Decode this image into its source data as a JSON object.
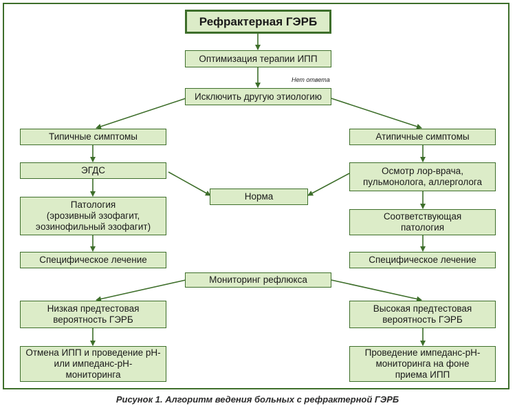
{
  "colors": {
    "border": "#3d6e2a",
    "box_fill": "#dcecc8",
    "arrow": "#3d6e2a"
  },
  "nodes": {
    "title": "Рефрактерная ГЭРБ",
    "optimize": "Оптимизация терапии ИПП",
    "exclude": "Исключить другую этиологию",
    "typical": "Типичные симптомы",
    "atypical": "Атипичные симптомы",
    "egds": "ЭГДС",
    "ent_exam": "Осмотр лор-врача,\nпульмонолога, аллерголога",
    "norm": "Норма",
    "pathology": "Патология\n(эрозивный эзофагит,\nэозинофильный эзофагит)",
    "matching_pathology": "Соответствующая\nпатология",
    "specific_left": "Специфическое лечение",
    "specific_right": "Специфическое лечение",
    "monitoring": "Мониторинг рефлюкса",
    "low_prob": "Низкая предтестовая\nвероятность ГЭРБ",
    "high_prob": "Высокая предтестовая\nвероятность ГЭРБ",
    "cancel_ppi": "Отмена ИПП и проведение pH-\nили импеданс-pH-\nмониторинга",
    "on_ppi": "Проведение импеданс-pH-\nмониторинга на фоне\nприема ИПП"
  },
  "labels": {
    "no_response": "Нет ответа"
  },
  "caption": "Рисунок 1. Алгоритм ведения больных с рефрактерной ГЭРБ"
}
